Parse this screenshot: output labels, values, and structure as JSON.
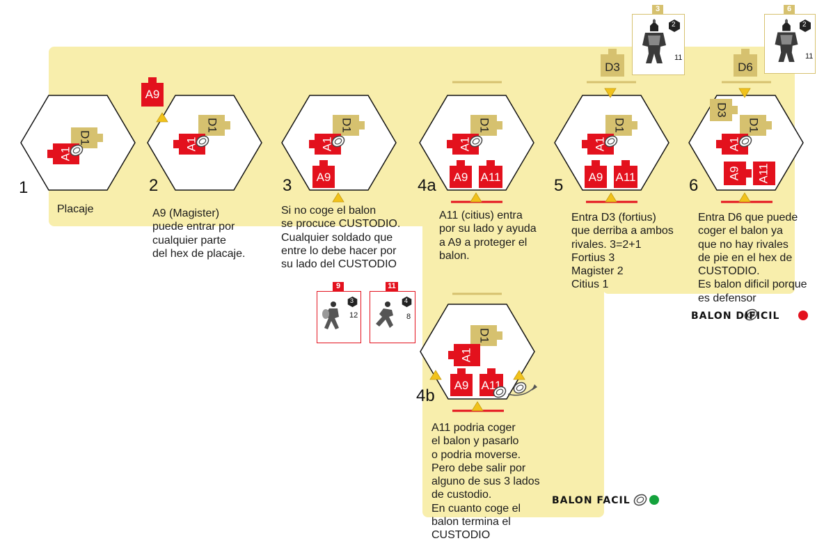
{
  "steps": [
    {
      "num": "1",
      "text": "Placaje"
    },
    {
      "num": "2",
      "text": "A9 (Magister)\npuede entrar por\ncualquier parte\ndel hex de placaje."
    },
    {
      "num": "3",
      "text": "Si no coge el balon\nse procuce CUSTODIO.\nCualquier soldado que\nentre lo debe hacer por\nsu lado del CUSTODIO"
    },
    {
      "num": "4a",
      "text": "A11 (citius) entra\npor su lado y ayuda\na A9 a proteger el\nbalon."
    },
    {
      "num": "5",
      "text": "Entra D3 (fortius)\nque derriba a ambos\nrivales. 3=2+1\nFortius 3\nMagister 2\nCitius 1"
    },
    {
      "num": "6",
      "text": "Entra D6 que puede\ncoger el balon ya\nque no hay rivales\nde pie en el  hex de\nCUSTODIO.\nEs balon dificil porque\nes defensor"
    },
    {
      "num": "4b",
      "text": "A11 podria coger\nel balon y pasarlo\no podria moverse.\nPero debe salir por\nalguno de sus 3 lados\nde custodio.\nEn cuanto coge el\nbalon termina el\nCUSTODIO"
    }
  ],
  "tokens": {
    "a1": "A1",
    "a9": "A9",
    "a11": "A11",
    "d1": "D1",
    "d3": "D3",
    "d6": "D6"
  },
  "captions": {
    "hard": "BALON DIFICIL",
    "easy": "BALON FACIL"
  },
  "cards": {
    "d3": {
      "tag": "3",
      "shield": "2",
      "stat": "11"
    },
    "d6": {
      "tag": "6",
      "shield": "2",
      "stat": "11"
    },
    "a9": {
      "tag": "9",
      "shield": "3",
      "stat": "12"
    },
    "a11": {
      "tag": "11",
      "shield": "4",
      "stat": "8"
    }
  },
  "colors": {
    "band": "#f8eeac",
    "attacker": "#e3111d",
    "defender": "#d6c16f",
    "arrow": "#f1c21b",
    "hard_dot": "#e3111d",
    "easy_dot": "#14a23c"
  }
}
